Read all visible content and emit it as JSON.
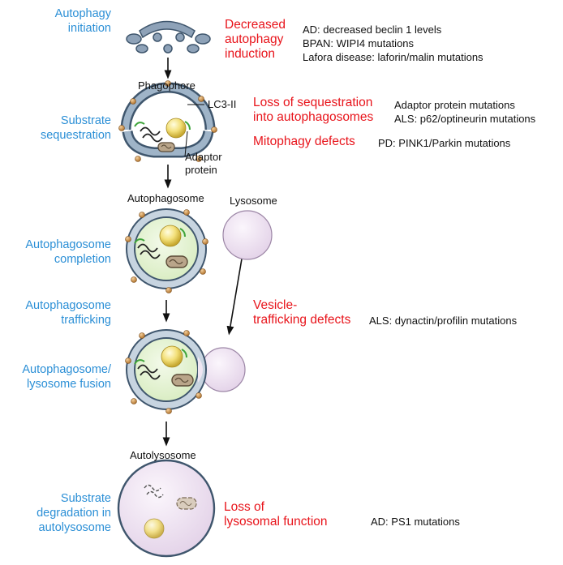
{
  "stages": {
    "initiation": [
      "Autophagy",
      "initiation"
    ],
    "sequestration": [
      "Substrate",
      "sequestration"
    ],
    "completion": [
      "Autophagosome",
      "completion"
    ],
    "trafficking": [
      "Autophagosome",
      "trafficking"
    ],
    "fusion": [
      "Autophagosome/",
      "lysosome fusion"
    ],
    "degradation": [
      "Substrate",
      "degradation in",
      "autolysosome"
    ]
  },
  "structures": {
    "phagophore": "Phagophore",
    "lc3": "LC3-II",
    "adaptor": [
      "Adaptor",
      "protein"
    ],
    "autophagosome": "Autophagosome",
    "lysosome": "Lysosome",
    "autolysosome": "Autolysosome"
  },
  "defects": {
    "induction": [
      "Decreased",
      "autophagy",
      "induction"
    ],
    "sequestration": [
      "Loss of sequestration",
      "into autophagosomes"
    ],
    "mitophagy": [
      "Mitophagy defects"
    ],
    "trafficking": [
      "Vesicle-",
      "trafficking defects"
    ],
    "lysosomal": [
      "Loss of",
      "lysosomal function"
    ]
  },
  "examples": {
    "induction": [
      "AD: decreased beclin 1 levels",
      "BPAN: WIPI4 mutations",
      "Lafora disease: laforin/malin mutations"
    ],
    "sequestration": [
      "Adaptor protein mutations",
      "ALS: p62/optineurin mutations"
    ],
    "mitophagy": [
      "PD: PINK1/Parkin mutations"
    ],
    "trafficking": [
      "ALS: dynactin/profilin mutations"
    ],
    "lysosomal": [
      "AD: PS1 mutations"
    ]
  },
  "colors": {
    "stage_text": "#2b8fd6",
    "defect_text": "#e8141b",
    "membrane": "#5a7590",
    "lumen": "#e6f5cf",
    "lysosome": "#eee3f1"
  }
}
